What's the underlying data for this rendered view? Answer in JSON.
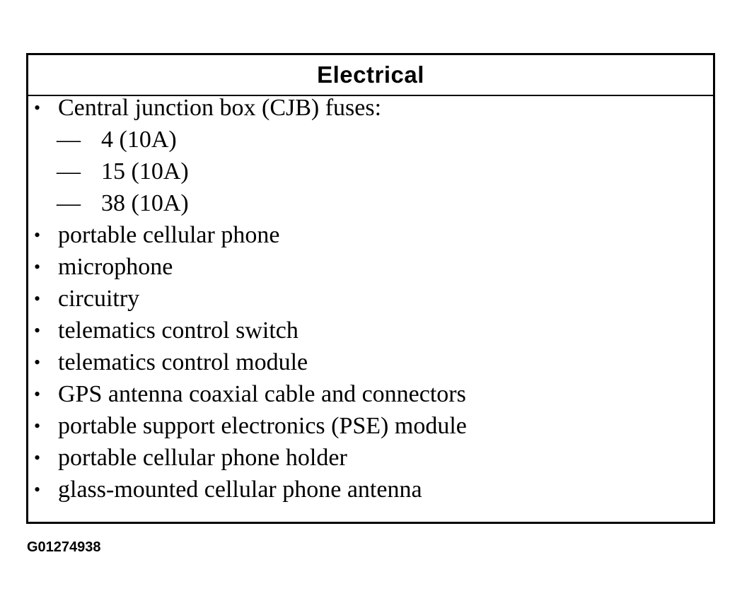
{
  "header": {
    "title": "Electrical"
  },
  "cjb": {
    "bullet": "•",
    "label": "Central junction box (CJB) fuses:",
    "fuses": [
      {
        "dash": "—",
        "label": "4 (10A)"
      },
      {
        "dash": "—",
        "label": "15 (10A)"
      },
      {
        "dash": "—",
        "label": "38 (10A)"
      }
    ]
  },
  "items": [
    {
      "bullet": "•",
      "label": "portable cellular phone"
    },
    {
      "bullet": "•",
      "label": "microphone"
    },
    {
      "bullet": "•",
      "label": "circuitry"
    },
    {
      "bullet": "•",
      "label": "telematics control switch"
    },
    {
      "bullet": "•",
      "label": "telematics control module"
    },
    {
      "bullet": "•",
      "label": "GPS antenna coaxial cable and connectors"
    },
    {
      "bullet": "•",
      "label": "portable support electronics (PSE) module"
    },
    {
      "bullet": "•",
      "label": "portable cellular phone holder"
    },
    {
      "bullet": "•",
      "label": "glass-mounted cellular phone antenna"
    }
  ],
  "figure_id": "G01274938"
}
